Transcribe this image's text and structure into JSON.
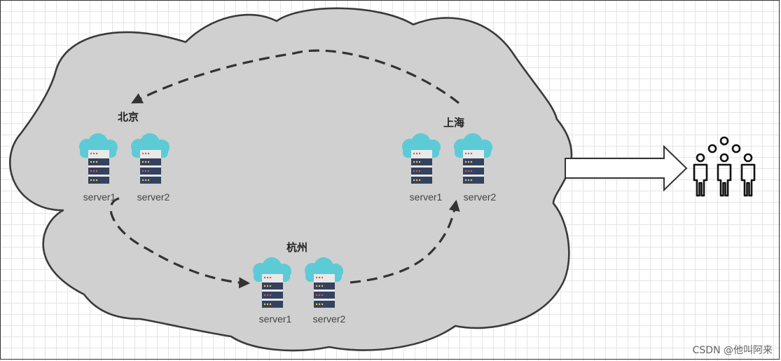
{
  "regions": {
    "beijing": "北京",
    "shanghai": "上海",
    "hangzhou": "杭州"
  },
  "servers": {
    "beijing": [
      "server1",
      "server2"
    ],
    "shanghai": [
      "server1",
      "server2"
    ],
    "hangzhou": [
      "server1",
      "server2"
    ]
  },
  "watermark": "CSDN @他叫阿来",
  "colors": {
    "cloud_fill": "#d0d0d0",
    "cloud_stroke": "#3a3a3a",
    "server_cloud": "#5ccbd6",
    "server_rack": "#334260",
    "server_top": "#e9e9e9",
    "arrow": "#333333"
  }
}
